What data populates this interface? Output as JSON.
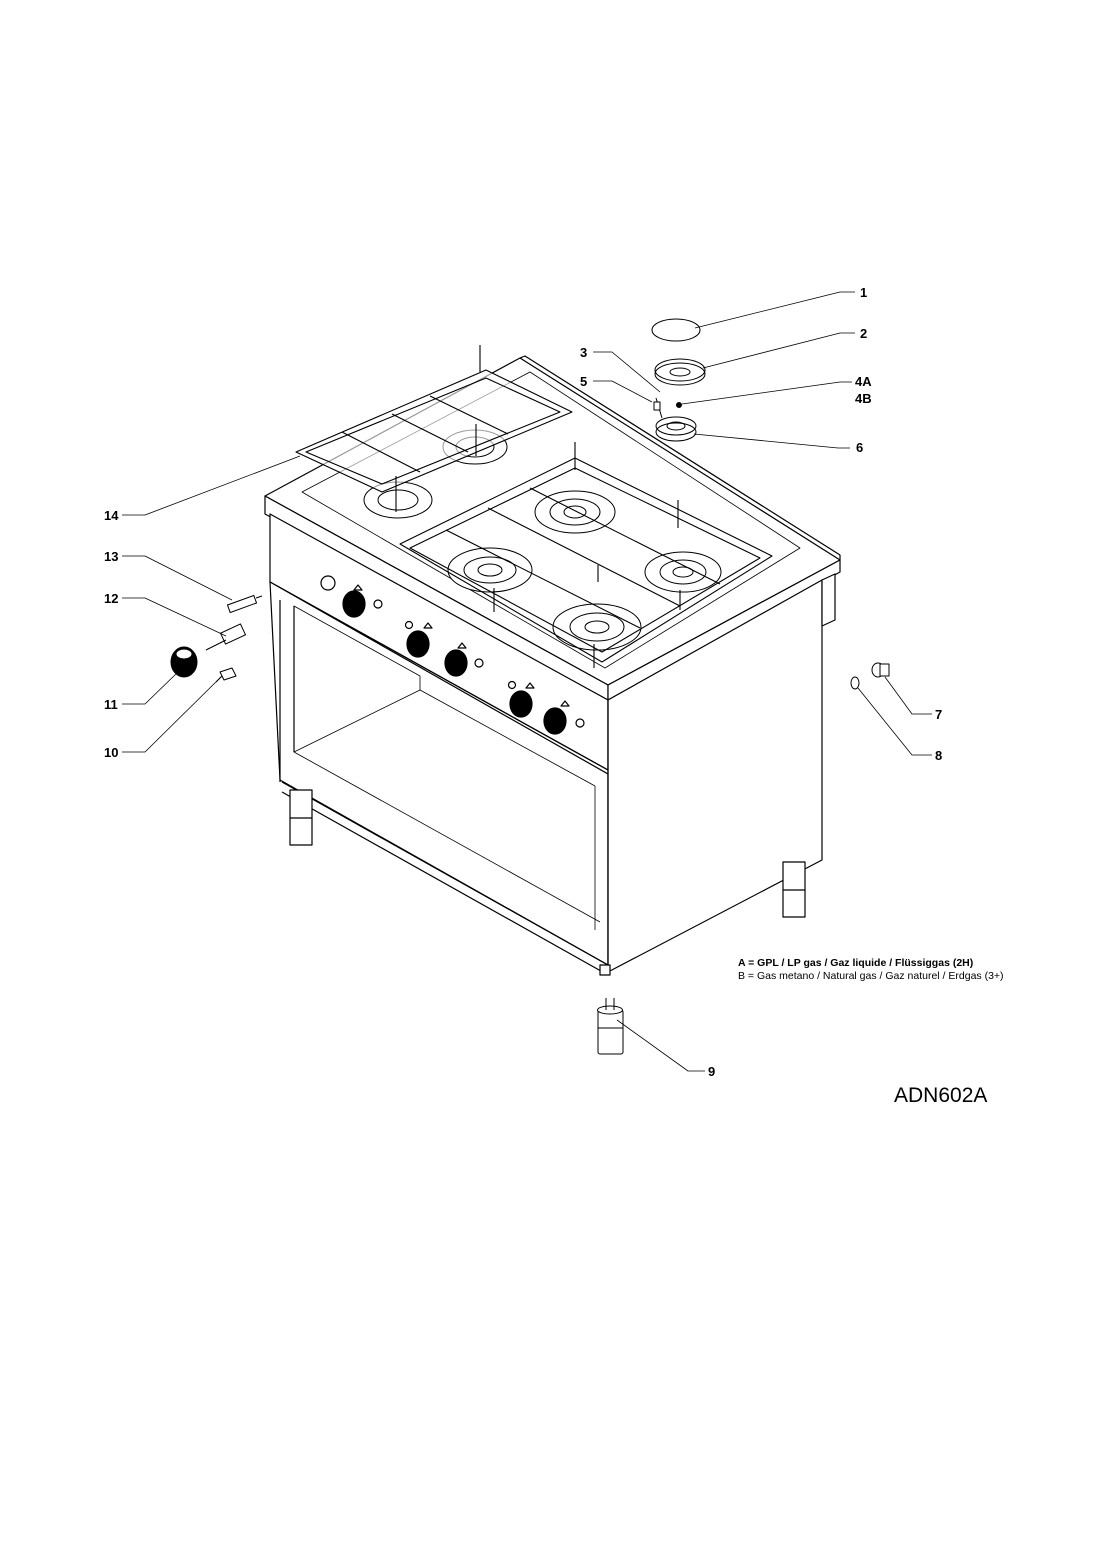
{
  "diagram": {
    "callouts": [
      {
        "id": "c1",
        "label": "1"
      },
      {
        "id": "c2",
        "label": "2"
      },
      {
        "id": "c3",
        "label": "3"
      },
      {
        "id": "c4a",
        "label": "4A"
      },
      {
        "id": "c4b",
        "label": "4B"
      },
      {
        "id": "c5",
        "label": "5"
      },
      {
        "id": "c6",
        "label": "6"
      },
      {
        "id": "c7",
        "label": "7"
      },
      {
        "id": "c8",
        "label": "8"
      },
      {
        "id": "c9",
        "label": "9"
      },
      {
        "id": "c10",
        "label": "10"
      },
      {
        "id": "c11",
        "label": "11"
      },
      {
        "id": "c12",
        "label": "12"
      },
      {
        "id": "c13",
        "label": "13"
      },
      {
        "id": "c14",
        "label": "14"
      }
    ],
    "legend": {
      "a": "A = GPL / LP gas / Gaz liquide / Flüssiggas (2H)",
      "b": "B = Gas metano / Natural gas / Gaz naturel / Erdgas (3+)"
    },
    "model_code": "ADN602A"
  }
}
